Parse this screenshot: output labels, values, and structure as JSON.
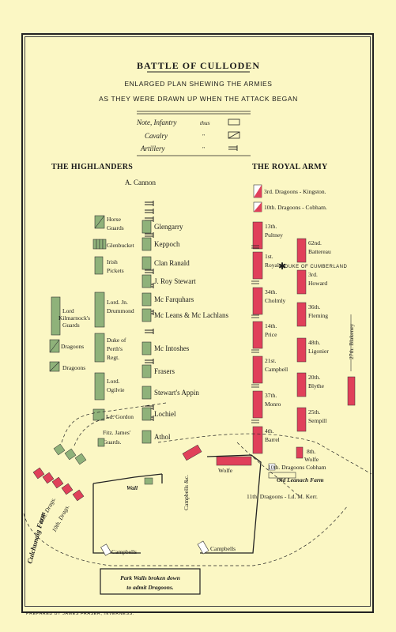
{
  "title": "BATTLE OF CULLODEN",
  "subtitle_line1": "ENLARGED PLAN SHEWING THE ARMIES",
  "subtitle_line2": "AS THEY WERE DRAWN UP WHEN THE ATTACK BEGAN",
  "legend": {
    "note": "Note, Infantry",
    "note_suffix": "thus",
    "cavalry": "Cavalry",
    "artillery": "Artillery",
    "ditto": "\"",
    "ditto2": "\""
  },
  "highlanders": {
    "header": "THE HIGHLANDERS",
    "cannon": "A. Cannon",
    "horse_guards": [
      "Horse",
      "Guards"
    ],
    "glenbucket": "Glenbucket",
    "irish_pickets": [
      "Irish",
      "Pickets"
    ],
    "lord_kilmarnock": [
      "Lord",
      "Kilmarnock's",
      "Guards"
    ],
    "lord_drummond": [
      "Lord. Jn.",
      "Drummond"
    ],
    "dragoons_1": "Dragoons",
    "dragoons_2": "Dragoons",
    "duke_perth": [
      "Duke of",
      "Perth's",
      "Regt."
    ],
    "lord_ogilvie": [
      "Lord.",
      "Ogilvie"
    ],
    "lord_gordon": "Ld. Gordon",
    "fitz_james": [
      "Fitz. James'",
      "Guards."
    ],
    "front_line": [
      "Glengarry",
      "Keppoch",
      "Clan Ranald",
      "J. Roy Stewart",
      "Mc Farquhars",
      "Mc Leans & Mc Lachlans",
      "Mc Intoshes",
      "Frasers",
      "Stewart's Appin",
      "Lochiel",
      "Athol"
    ]
  },
  "royal": {
    "header": "THE ROYAL ARMY",
    "dragoons_kingston": "3rd. Dragoons - Kingston.",
    "dragoons_cobham_top": "10th. Dragoons - Cobham.",
    "front": [
      [
        "13th.",
        "Pultney"
      ],
      [
        "1st.",
        "Royals"
      ],
      [
        "34th.",
        "Cholmly"
      ],
      [
        "14th.",
        "Price"
      ],
      [
        "21st.",
        "Campbell"
      ],
      [
        "37th.",
        "Monro"
      ],
      [
        "4th.",
        "Barrel"
      ]
    ],
    "second": [
      [
        "62nd.",
        "Battereau"
      ],
      [
        "3rd.",
        "Howard"
      ],
      [
        "36th.",
        "Fleming"
      ],
      [
        "48th.",
        "Ligonier"
      ],
      [
        "20th.",
        "Blythe"
      ],
      [
        "25th.",
        "Sempill"
      ]
    ],
    "duke": "DUKE OF CUMBERLAND",
    "blakeney": "27th. Blakeney",
    "wolfe_1": [
      "8th.",
      "Wolfe"
    ],
    "wolfe_2": "Wolfe",
    "dragoons_cobham_bottom": "10th. Dragoons  Cobham",
    "old_leanach": "Old Leanach Farm",
    "dragoons_kerr": "11th. Dragoons - Ld. M. Kerr."
  },
  "terrain": {
    "wall": "Wall",
    "campbells_1": "Campbells &c.",
    "campbells_2": "Campbells",
    "campbells_3": "Campbells",
    "culchunaig": "Culchunaig Farm",
    "drags_11": "11th. Drags.",
    "drags_10": "10th. Drags.",
    "park_walls_1": "Park Walls broken down",
    "park_walls_2": "to admit Dragoons."
  },
  "footer": "PREPARED BY JAMES FRASER, INVERNESS.",
  "colors": {
    "paper": "#fbf7c4",
    "highland": "#8fb27a",
    "royal": "#e0405a",
    "ink": "#1b1b1b"
  }
}
